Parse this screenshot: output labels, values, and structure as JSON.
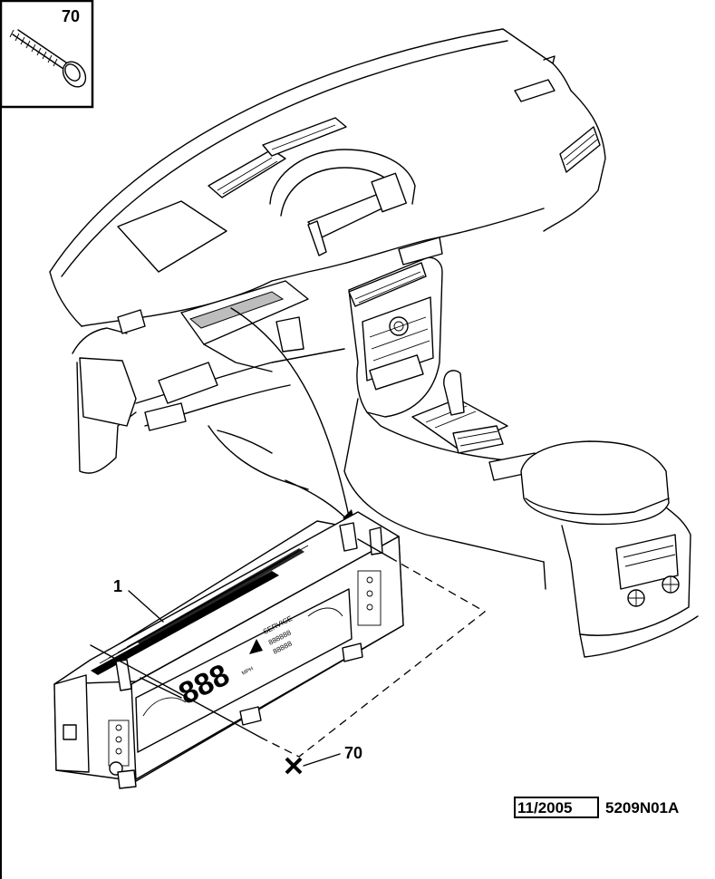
{
  "inset": {
    "part_number": "70",
    "part": "screw"
  },
  "callouts": [
    {
      "id": "display-unit",
      "label": "1"
    },
    {
      "id": "fastener",
      "label": "70"
    }
  ],
  "footer": {
    "date": "11/2005",
    "reference": "5209N01A"
  },
  "display_panel": {
    "service_text": "SERVICE",
    "odometer_text": "888888",
    "trip_text": "88888",
    "speed_digits": "888",
    "speed_unit": "MPH"
  },
  "colors": {
    "line": "#000000",
    "background": "#ffffff",
    "highlight": "#bdbdbd"
  }
}
